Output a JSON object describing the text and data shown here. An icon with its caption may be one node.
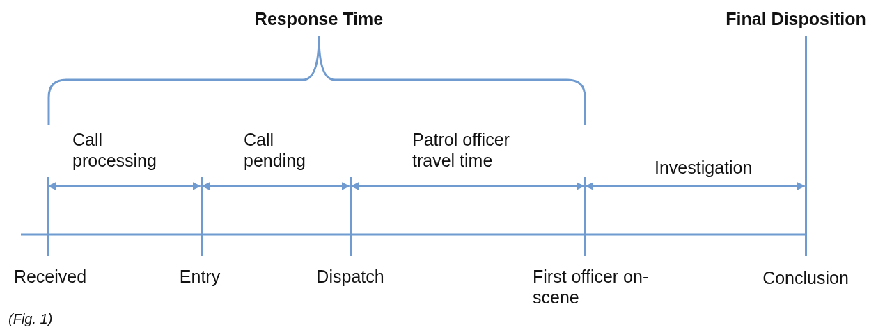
{
  "diagram": {
    "caption": "(Fig. 1)",
    "nodes": [
      {
        "text": [],
        "shape": "bar",
        "beside": [
          "Received"
        ]
      },
      {
        "text": [],
        "shape": "bar",
        "beside": [
          "Entry"
        ]
      },
      {
        "text": [],
        "shape": "bar",
        "beside": [
          "Dispatch"
        ]
      },
      {
        "text": [],
        "shape": "bar",
        "beside": [
          "First officer on-scene"
        ]
      },
      {
        "text": [],
        "shape": "bar",
        "beside": [
          "Final Disposition",
          "Conclusion"
        ]
      }
    ],
    "edges": [
      {
        "from": 0,
        "to": 1,
        "arrow": "both",
        "label": "Call processing"
      },
      {
        "from": 1,
        "to": 2,
        "arrow": "both",
        "label": "Call pending"
      },
      {
        "from": 2,
        "to": 3,
        "arrow": "both",
        "label": "Patrol officer travel time"
      },
      {
        "from": 3,
        "to": 4,
        "arrow": "both",
        "label": "Investigation"
      }
    ],
    "labels": [
      "Response Time"
    ]
  }
}
